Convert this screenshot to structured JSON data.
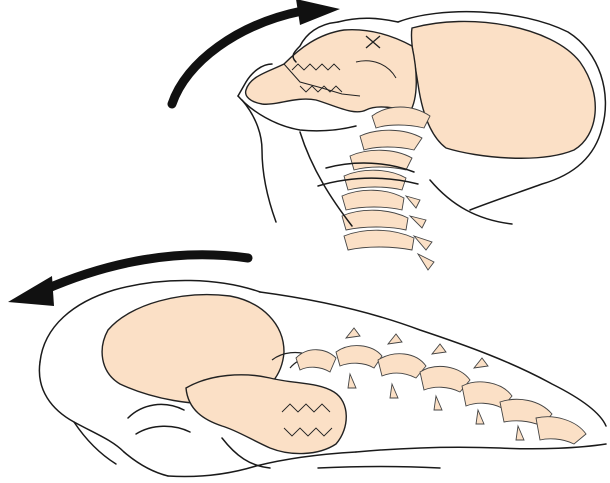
{
  "diagram": {
    "colors": {
      "background": "#ffffff",
      "bone": "#fbe0c6",
      "outline": "#1a1a1a",
      "arrow": "#111111"
    },
    "panels": [
      {
        "name": "head-extension",
        "arrow_direction": "clockwise"
      },
      {
        "name": "head-flexion",
        "arrow_direction": "counterclockwise"
      }
    ]
  }
}
